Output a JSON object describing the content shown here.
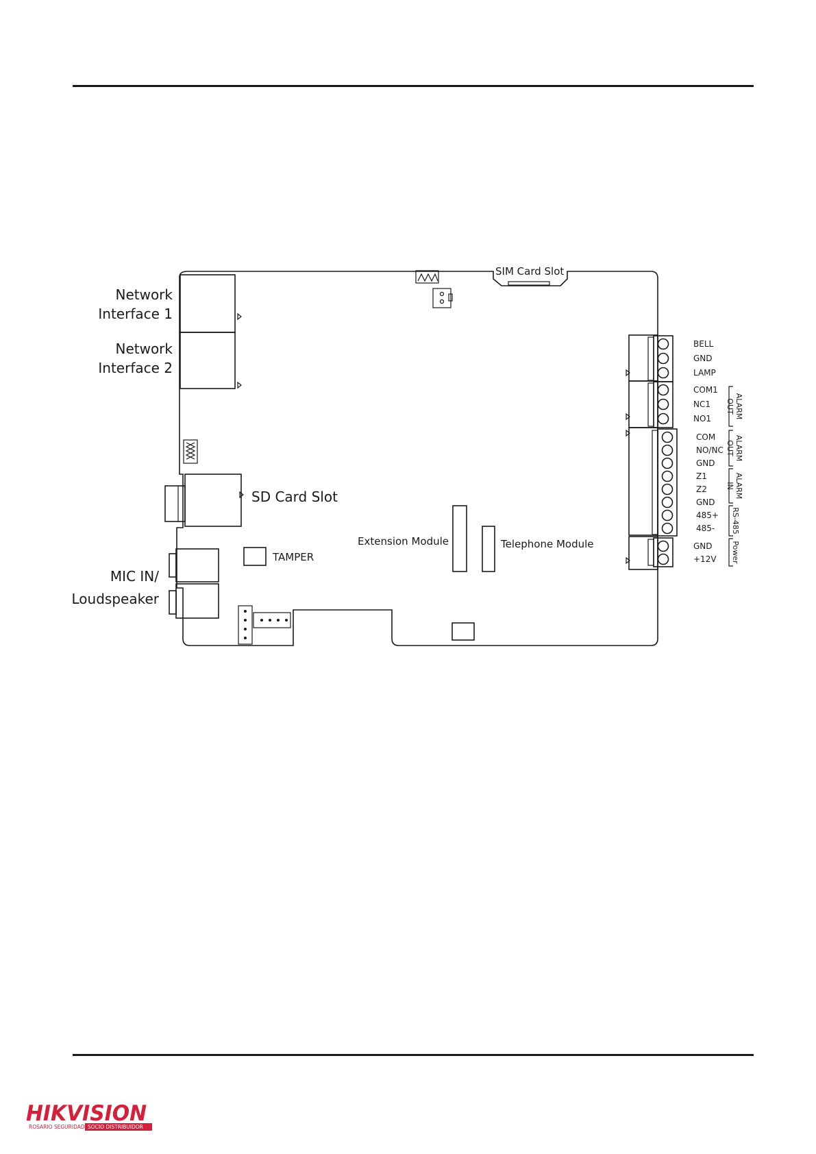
{
  "labels": {
    "sim_card_slot": "SIM Card Slot",
    "network_1_line1": "Network",
    "network_1_line2": "Interface 1",
    "network_2_line1": "Network",
    "network_2_line2": "Interface 2",
    "sd_card_slot": "SD Card Slot",
    "tamper": "TAMPER",
    "mic_line1": "MIC IN/",
    "mic_line2": "Loudspeaker",
    "extension_module": "Extension Module",
    "telephone_module": "Telephone Module"
  },
  "terminals": {
    "block1": [
      "BELL",
      "GND",
      "LAMP"
    ],
    "block2": [
      "COM1",
      "NC1",
      "NO1"
    ],
    "block3": [
      "COM",
      "NO/NC",
      "GND",
      "Z1",
      "Z2",
      "GND",
      "485+",
      "485-"
    ],
    "block4": [
      "GND",
      "+12V"
    ]
  },
  "groups": {
    "alarm_out_1a": "ALARM",
    "alarm_out_1b": "OUT",
    "alarm_out_2a": "ALARM",
    "alarm_out_2b": "OUT",
    "alarm_in_a": "ALARM",
    "alarm_in_b": "IN",
    "rs485": "RS-485",
    "power": "Power"
  },
  "logo": {
    "brand": "HIKVISION",
    "left_caption": "ROSARIO SEGURIDAD",
    "right_caption": "SOCIO DISTRIBUIDOR",
    "color": "#d3213b"
  }
}
